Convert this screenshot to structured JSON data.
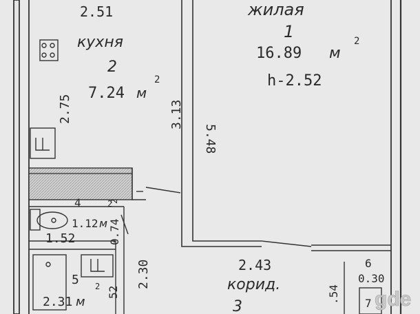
{
  "plan": {
    "rooms": {
      "living": {
        "name": "жилая",
        "number": "1",
        "area": "16.89",
        "unit": "м",
        "exp": "2",
        "height": "h-2.52"
      },
      "kitchen": {
        "name": "кухня",
        "number": "2",
        "area": "7.24",
        "unit": "м",
        "exp": "2"
      },
      "corridor": {
        "name": "корид.",
        "number": "3"
      },
      "toilet": {
        "number": "4",
        "area": "1.12",
        "unit": "м",
        "exp": "2"
      },
      "bath": {
        "number": "5",
        "area": "2.31",
        "unit": "м",
        "exp": "2"
      },
      "closet": {
        "number": "6",
        "area": "0.30"
      }
    },
    "dimensions": {
      "top_left": "2.51",
      "kitchen_side": "2.75",
      "kitchen_wall": "3.13",
      "living_wall": "5.48",
      "toilet_w": "1.52",
      "toilet_h": "0.74",
      "toilet_exp": "2",
      "bath_h": "2.30",
      "bath_side": "52",
      "corridor_w": "2.43",
      "closet_side": ".54",
      "closet_num": "7"
    }
  },
  "watermark": "gde"
}
